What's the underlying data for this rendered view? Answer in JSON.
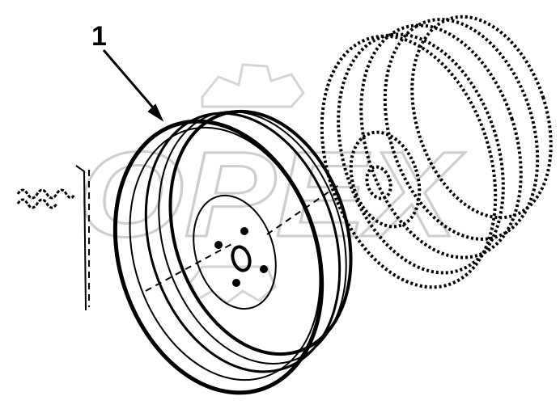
{
  "diagram": {
    "callouts": [
      {
        "id": "1",
        "label": "1"
      }
    ]
  },
  "watermark": {
    "text": "OPEX"
  }
}
